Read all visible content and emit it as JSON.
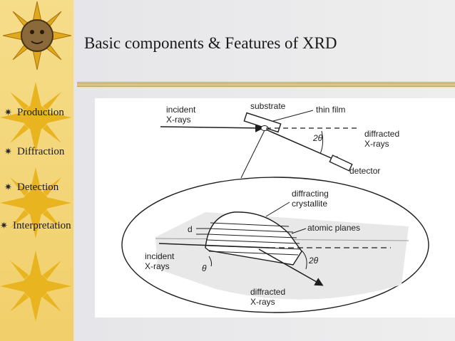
{
  "slide": {
    "title": "Basic components & Features of XRD",
    "bullets": [
      {
        "label": "Production"
      },
      {
        "label": "Diffraction"
      },
      {
        "label": "Detection"
      },
      {
        "label": "Interpretation"
      }
    ]
  },
  "diagram": {
    "labels": {
      "incident_top_1": "incident",
      "incident_top_2": "X-rays",
      "substrate": "substrate",
      "thin_film": "thin film",
      "two_theta_top": "2θ",
      "diffracted_top_1": "diffracted",
      "diffracted_top_2": "X-rays",
      "detector": "detector",
      "crystallite_1": "diffracting",
      "crystallite_2": "crystallite",
      "d": "d",
      "atomic_planes": "atomic planes",
      "incident_bottom_1": "incident",
      "incident_bottom_2": "X-rays",
      "theta": "θ",
      "two_theta_bottom": "2θ",
      "diffracted_bottom_1": "diffracted",
      "diffracted_bottom_2": "X-rays"
    }
  },
  "colors": {
    "accent": "#c89b2a",
    "sidebar": "#f1cf6a",
    "sun": "#e8b420"
  }
}
